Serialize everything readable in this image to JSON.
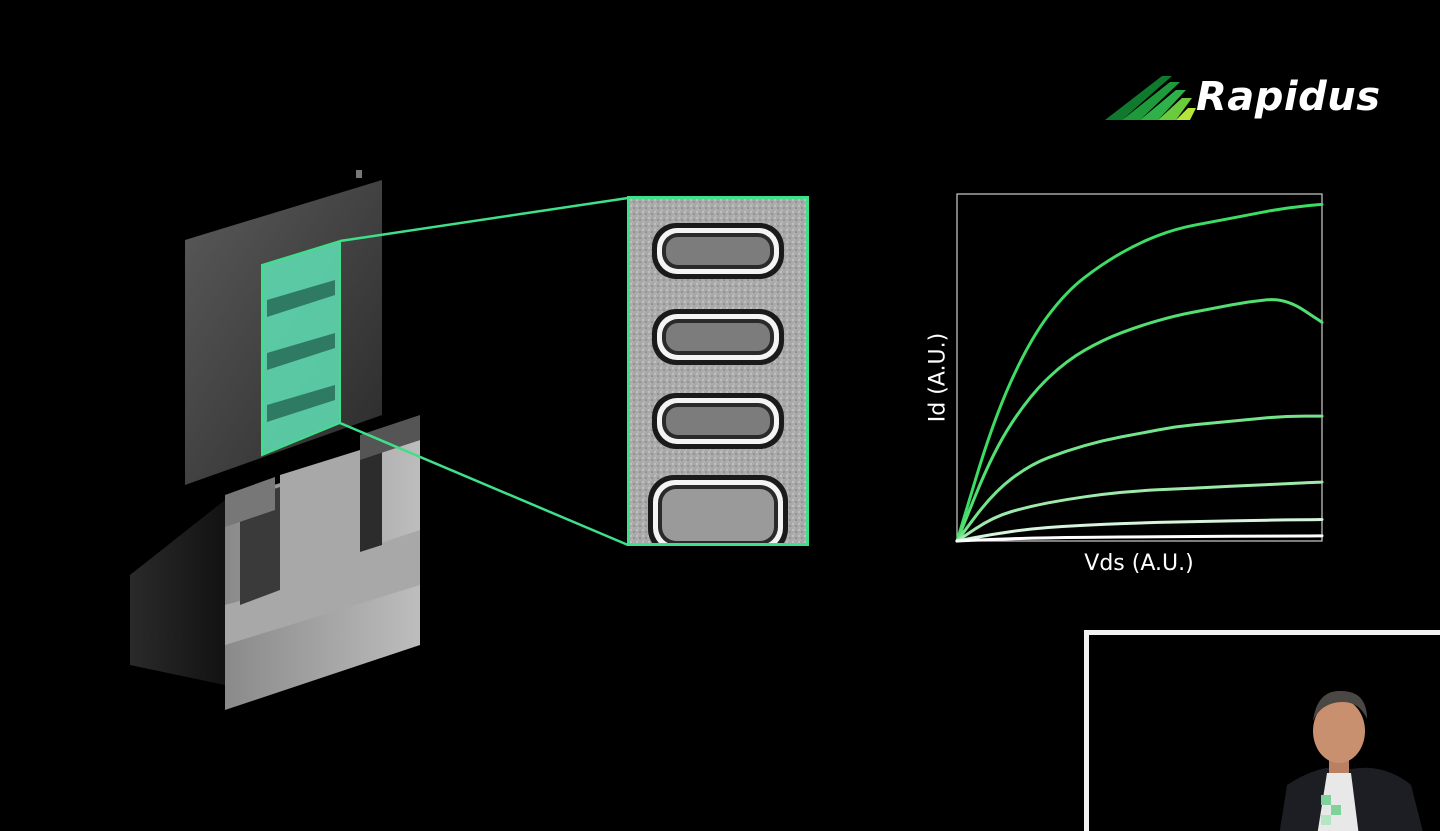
{
  "logo": {
    "text": "Rapidus",
    "icon": "rapidus-stripes-icon",
    "colors": [
      "#0f7a2e",
      "#2fb14a",
      "#8fdc3c"
    ]
  },
  "device_illustration": {
    "icon": "gaa-transistor-3d-illustration",
    "highlight_color": "#5fe0b5"
  },
  "sem_inset": {
    "icon": "sem-nanosheet-cross-section",
    "border_color": "#3fe08a",
    "nanosheet_count": 4
  },
  "chart_data": {
    "type": "line",
    "title": "",
    "xlabel": "Vds (A.U.)",
    "ylabel": "Id (A.U.)",
    "xlim": [
      0,
      1
    ],
    "ylim": [
      0,
      1
    ],
    "grid": false,
    "legend": "none",
    "x": [
      0,
      0.1,
      0.2,
      0.3,
      0.4,
      0.5,
      0.6,
      0.7,
      0.8,
      0.9,
      1.0
    ],
    "series": [
      {
        "values": [
          0,
          0.35,
          0.58,
          0.72,
          0.8,
          0.86,
          0.9,
          0.92,
          0.94,
          0.96,
          0.97
        ],
        "color": "#3ddc64"
      },
      {
        "values": [
          0,
          0.26,
          0.42,
          0.52,
          0.58,
          0.62,
          0.65,
          0.67,
          0.69,
          0.7,
          0.63
        ],
        "color": "#52df72"
      },
      {
        "values": [
          0,
          0.14,
          0.22,
          0.26,
          0.29,
          0.31,
          0.33,
          0.34,
          0.35,
          0.36,
          0.36
        ],
        "color": "#74e48a"
      },
      {
        "values": [
          0,
          0.07,
          0.1,
          0.12,
          0.135,
          0.145,
          0.15,
          0.155,
          0.16,
          0.165,
          0.17
        ],
        "color": "#9eeaab"
      },
      {
        "values": [
          0,
          0.02,
          0.035,
          0.043,
          0.048,
          0.052,
          0.055,
          0.057,
          0.059,
          0.061,
          0.062
        ],
        "color": "#d6f5dc"
      },
      {
        "values": [
          0,
          0.005,
          0.008,
          0.01,
          0.011,
          0.012,
          0.013,
          0.013,
          0.014,
          0.014,
          0.015
        ],
        "color": "#ffffff"
      }
    ]
  },
  "speaker_video": {
    "icon": "speaker-video-feed",
    "border_color": "#f2f2f2"
  }
}
